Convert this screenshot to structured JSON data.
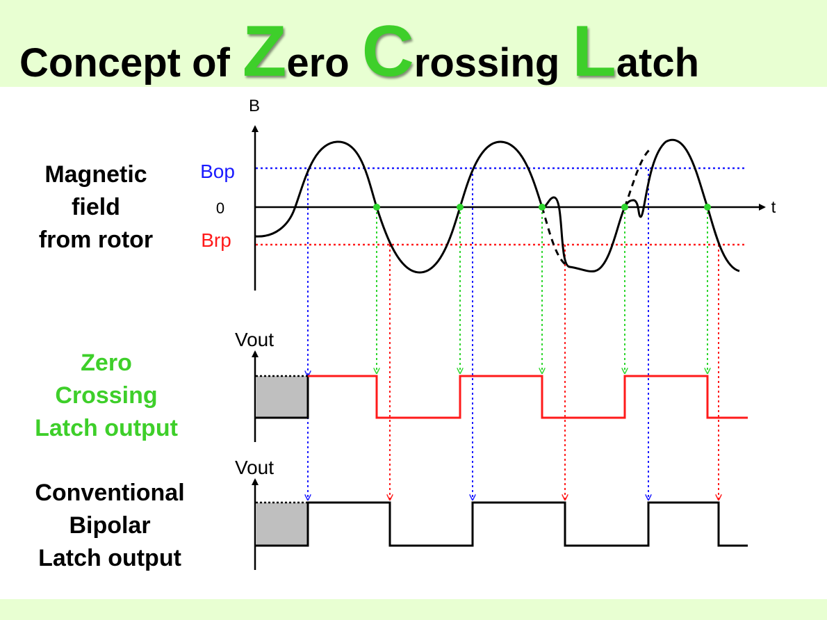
{
  "title": {
    "part1": "Concept of ",
    "z": "Z",
    "part2": "ero ",
    "c": "C",
    "part3": "rossing ",
    "l": "L",
    "part4": "atch"
  },
  "axes": {
    "b_label": "B",
    "t_label": "t",
    "bop": "Bop",
    "zero": "0",
    "brp": "Brp",
    "vout_1": "Vout",
    "vout_2": "Vout"
  },
  "row_labels": {
    "magnetic": [
      "Magnetic",
      "field",
      "from rotor"
    ],
    "zcl": [
      "Zero",
      "Crossing",
      "Latch output"
    ],
    "conventional": [
      "Conventional",
      "Bipolar",
      "Latch output"
    ]
  },
  "colors": {
    "band": "#e8ffd2",
    "green": "#3ecf2a",
    "blue": "#1a1aff",
    "red": "#ff1a1a",
    "zcl_dot": "#2ed62e",
    "gray": "#bfbfbf"
  }
}
